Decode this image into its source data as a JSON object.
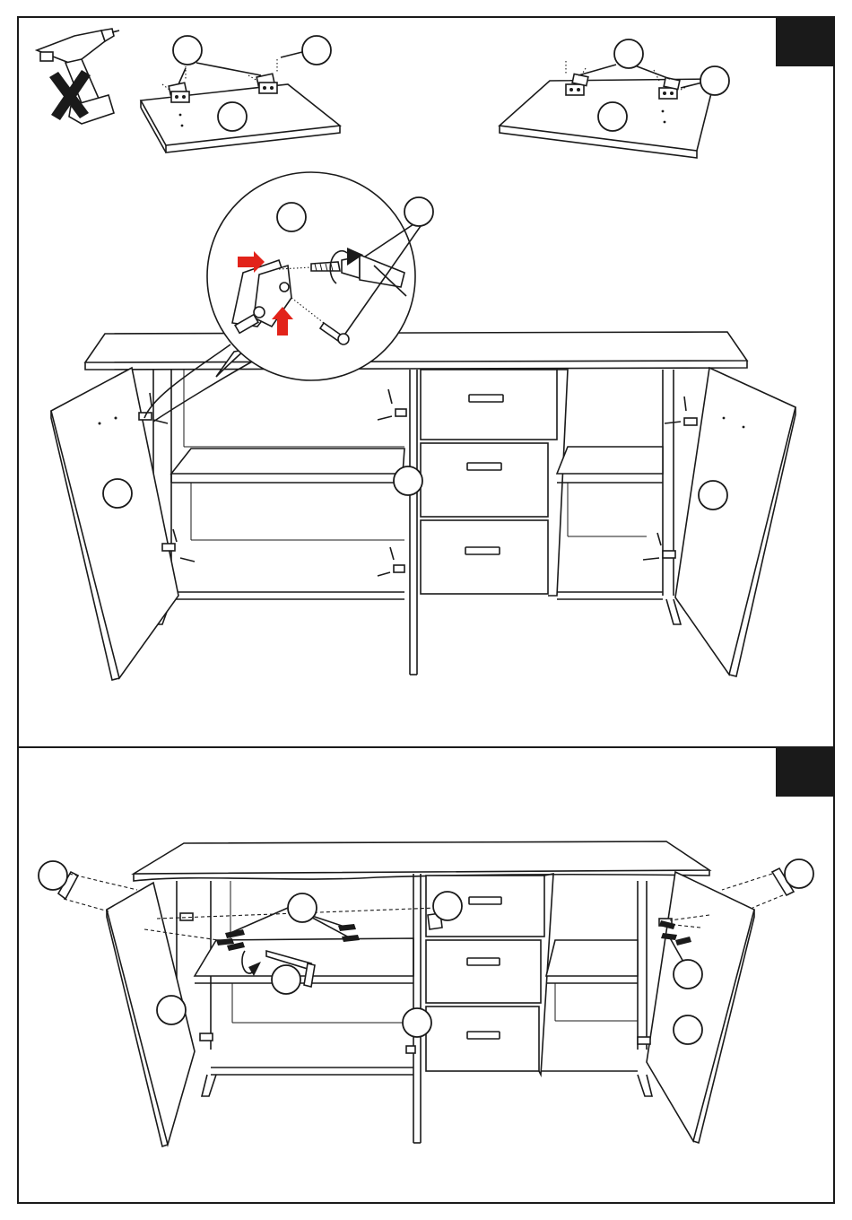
{
  "steps": [
    {
      "tab_color": "#1a1a1a",
      "callouts": [
        {
          "id": "hinge-label-left",
          "text": ""
        },
        {
          "id": "screw-label-left",
          "text": ""
        },
        {
          "id": "door-label-left",
          "text": ""
        },
        {
          "id": "hinge-label-right",
          "text": ""
        },
        {
          "id": "screw-label-right",
          "text": ""
        },
        {
          "id": "door-label-right",
          "text": ""
        },
        {
          "id": "zoom-hinge-label",
          "text": ""
        },
        {
          "id": "zoom-screw-label",
          "text": ""
        },
        {
          "id": "left-door-label",
          "text": ""
        },
        {
          "id": "center-panel-label",
          "text": ""
        },
        {
          "id": "right-door-label",
          "text": ""
        }
      ],
      "icons": [
        "drill-crossed-icon",
        "screwdriver-icon",
        "rotation-arrow-icon",
        "press-arrow-icon"
      ],
      "accent_color": "#e2231a"
    },
    {
      "tab_color": "#1a1a1a",
      "callouts": [
        {
          "id": "left-handle-cap-label",
          "text": ""
        },
        {
          "id": "right-handle-cap-label",
          "text": ""
        },
        {
          "id": "bolt-label",
          "text": ""
        },
        {
          "id": "connector-label",
          "text": ""
        },
        {
          "id": "allen-key-label",
          "text": ""
        },
        {
          "id": "right-screw-label",
          "text": ""
        },
        {
          "id": "left-door-label",
          "text": ""
        },
        {
          "id": "center-panel-label",
          "text": ""
        },
        {
          "id": "right-door-label",
          "text": ""
        }
      ],
      "icons": [
        "allen-key-icon",
        "rotation-arrow-icon"
      ]
    }
  ]
}
